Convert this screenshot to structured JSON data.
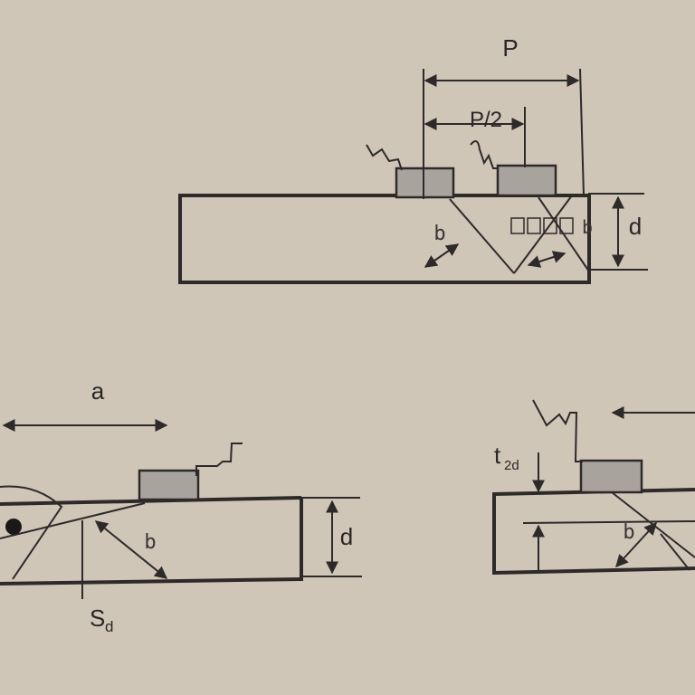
{
  "labels": {
    "P": "P",
    "P_half": "P/2",
    "b": "b",
    "d": "d",
    "a": "a",
    "S": "S",
    "S_sub": "d",
    "t": "t",
    "t_sub": "2d"
  },
  "colors": {
    "background": "#cfc6b8",
    "line": "#2e2a2a",
    "probe_fill": "#a9a39d"
  }
}
